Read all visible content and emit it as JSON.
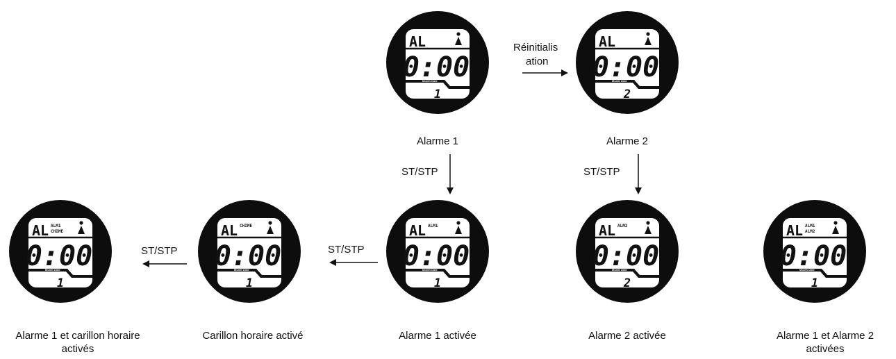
{
  "watches": [
    {
      "id": "w1",
      "caption": "Alarme 1",
      "time": "0:00",
      "al": "AL",
      "small_label": "Month Date",
      "number": "1",
      "indicators": []
    },
    {
      "id": "w2",
      "caption": "Alarme 2",
      "time": "0:00",
      "al": "AL",
      "small_label": "Month Date",
      "number": "2",
      "indicators": []
    },
    {
      "id": "w3",
      "caption": "Alarme 1 activée",
      "time": "0:00",
      "al": "AL",
      "small_label": "Month Date",
      "number": "1",
      "indicators": [
        "ALM1"
      ]
    },
    {
      "id": "w4",
      "caption": "Alarme 2 activée",
      "time": "0:00",
      "al": "AL",
      "small_label": "Month Date",
      "number": "2",
      "indicators": [
        "ALM2"
      ]
    },
    {
      "id": "w5",
      "caption": "Alarme 1 et Alarme 2 activées",
      "time": "0:00",
      "al": "AL",
      "small_label": "Month Date",
      "number": "1",
      "indicators": [
        "ALM1",
        "ALM2"
      ]
    },
    {
      "id": "w6",
      "caption": "Carillon horaire activé",
      "time": "0:00",
      "al": "AL",
      "small_label": "Month Date",
      "number": "1",
      "indicators": [
        "CHIME"
      ]
    },
    {
      "id": "w7",
      "caption": "Alarme 1 et carillon horaire activés",
      "time": "0:00",
      "al": "AL",
      "small_label": "Month Date",
      "number": "1",
      "indicators": [
        "ALM1",
        "CHIME"
      ]
    }
  ],
  "arrows": {
    "reset_label": "Réinitialisation",
    "reset_line1": "Réinitialis",
    "reset_line2": "ation",
    "ststp_1": "ST/STP",
    "ststp_2": "ST/STP",
    "ststp_3": "ST/STP",
    "ststp_4": "ST/STP"
  },
  "captions": {
    "alarme1": "Alarme 1",
    "alarme2": "Alarme 2",
    "alarme1_activee": "Alarme 1 activée",
    "alarme2_activee": "Alarme 2 activée",
    "alarme12_line1": "Alarme 1 et Alarme 2",
    "alarme12_line2": "activées",
    "carillon": "Carillon horaire activé",
    "alarme1_carillon_line1": "Alarme 1 et carillon horaire",
    "alarme1_carillon_line2": "activés"
  }
}
